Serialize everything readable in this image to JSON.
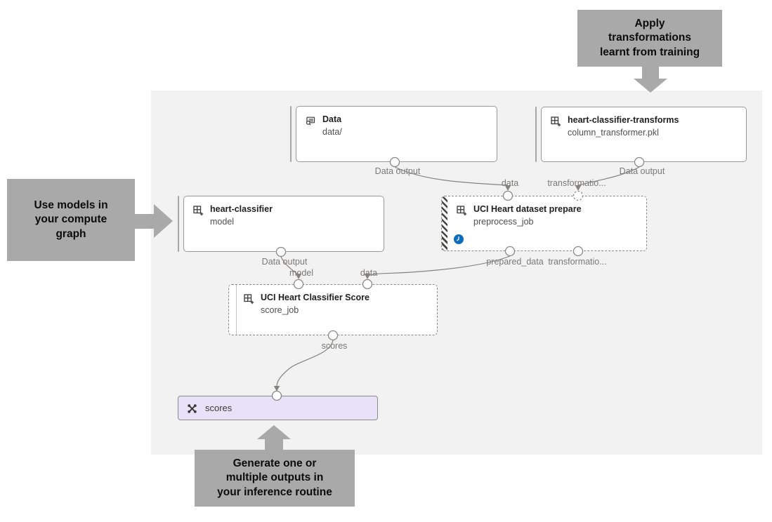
{
  "callouts": {
    "apply_transformations": "Apply\ntransformations\nlearnt from training",
    "use_models": "Use models in\nyour compute\ngraph",
    "generate_outputs": "Generate one or\nmultiple outputs in\nyour inference routine"
  },
  "nodes": {
    "data": {
      "title": "Data",
      "subtitle": "data/"
    },
    "transforms": {
      "title": "heart-classifier-transforms",
      "subtitle": "column_transformer.pkl"
    },
    "classifier": {
      "title": "heart-classifier",
      "subtitle": "model"
    },
    "prepare": {
      "title": "UCI Heart dataset prepare",
      "subtitle": "preprocess_job"
    },
    "score": {
      "title": "UCI Heart Classifier Score",
      "subtitle": "score_job"
    },
    "scores_output": {
      "label": "scores"
    }
  },
  "port_labels": {
    "data_node_output": "Data output",
    "transforms_node_output": "Data output",
    "classifier_node_output": "Data output",
    "prepare_in_data": "data",
    "prepare_in_transformations": "transformatio...",
    "prepare_out_prepared_data": "prepared_data",
    "prepare_out_transformations": "transformatio...",
    "score_in_model": "model",
    "score_in_data": "data",
    "score_out_scores": "scores"
  },
  "icons": {
    "data_node": "dataset-icon",
    "component_nodes": "component-grid-icon",
    "prepare_status": "clock-pending-icon",
    "scores_node": "output-junction-icon"
  },
  "colors": {
    "canvas_bg": "#f2f2f3",
    "callout_bg": "#a9a9a9",
    "node_bg": "#ffffff",
    "node_border": "#9a9896",
    "scores_node_bg": "#e7e2f7",
    "clock_badge": "#0f6cbd",
    "edge": "#85837f",
    "edge_label_text": "#7b7977"
  }
}
